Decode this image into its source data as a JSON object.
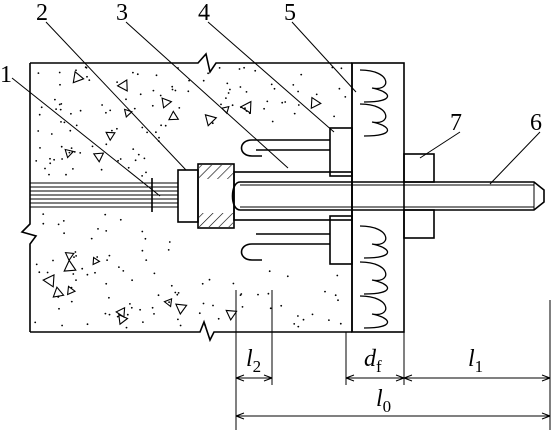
{
  "callouts": [
    "1",
    "2",
    "3",
    "4",
    "5",
    "6",
    "7"
  ],
  "dimensions": {
    "l2": {
      "main": "l",
      "sub": "2"
    },
    "df": {
      "main": "d",
      "sub": "f"
    },
    "l1": {
      "main": "l",
      "sub": "1"
    },
    "l0": {
      "main": "l",
      "sub": "0"
    }
  }
}
